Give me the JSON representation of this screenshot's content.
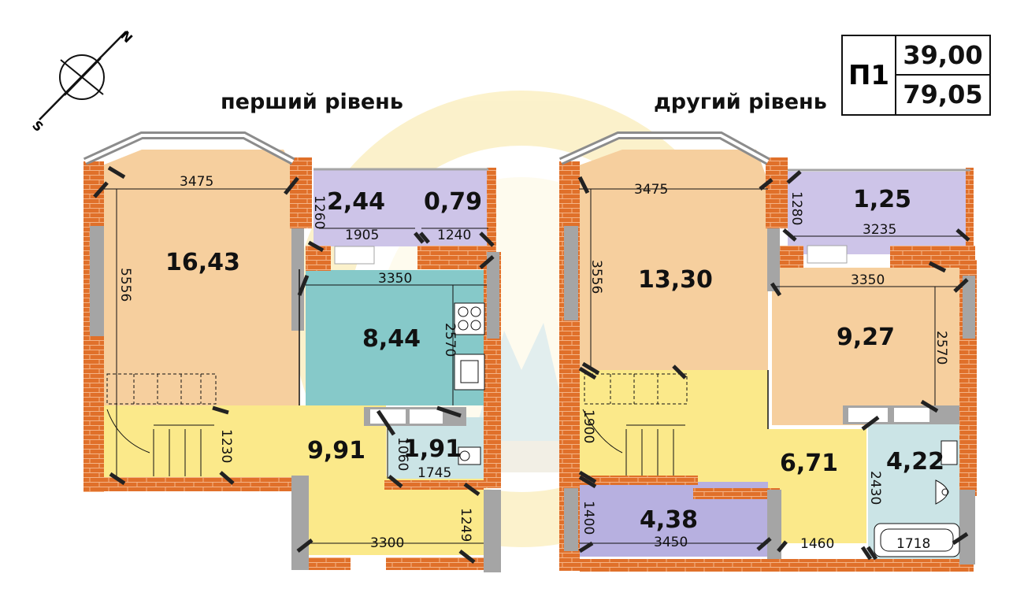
{
  "levels": {
    "first": {
      "title": "перший рівень"
    },
    "second": {
      "title": "другий рівень"
    }
  },
  "apartment": {
    "code": "П1",
    "area_living": "39,00",
    "area_total": "79,05"
  },
  "compass": {
    "north": "N",
    "south": "S"
  },
  "first_level_rooms": {
    "room": "16,43",
    "balcony_left": "2,44",
    "balcony_right": "0,79",
    "kitchen": "8,44",
    "hall": "9,91",
    "bathroom": "1,91"
  },
  "first_level_dims": {
    "room_width": "3475",
    "room_length": "5556",
    "balcony_depth": "1260",
    "balcony_left_width": "1905",
    "balcony_right_width": "1240",
    "kitchen_width": "3350",
    "kitchen_length": "2570",
    "hall_depth": "1230",
    "bath_depth": "1060",
    "bath_width": "1745",
    "corridor_width": "3300",
    "corridor_depth": "1249"
  },
  "second_level_rooms": {
    "room": "13,30",
    "balcony": "1,25",
    "bedroom": "9,27",
    "hall": "6,71",
    "bathroom": "4,22",
    "room_bottom": "4,38"
  },
  "second_level_dims": {
    "room_width": "3475",
    "room_length": "3556",
    "balcony_depth": "1280",
    "balcony_width": "3235",
    "bedroom_width": "3350",
    "bedroom_length": "2570",
    "stair_depth": "1900",
    "bath_depth": "2430",
    "bottom_room_depth": "1400",
    "bottom_room_width": "3450",
    "hall_width": "1460",
    "bath_width": "1718"
  },
  "colors": {
    "brick": "#e0702a",
    "room": "#f6cf9e",
    "balcony": "#cdc4e8",
    "kitchen": "#86c9c9",
    "hall": "#fbe98a",
    "bath": "#cbe4e6",
    "window": "#a5a5a5",
    "purple_room": "#b7b0e0"
  },
  "icons": [
    "compass-icon",
    "stove-icon",
    "sink-icon",
    "toilet-icon",
    "bathtub-icon",
    "washbasin-icon"
  ]
}
